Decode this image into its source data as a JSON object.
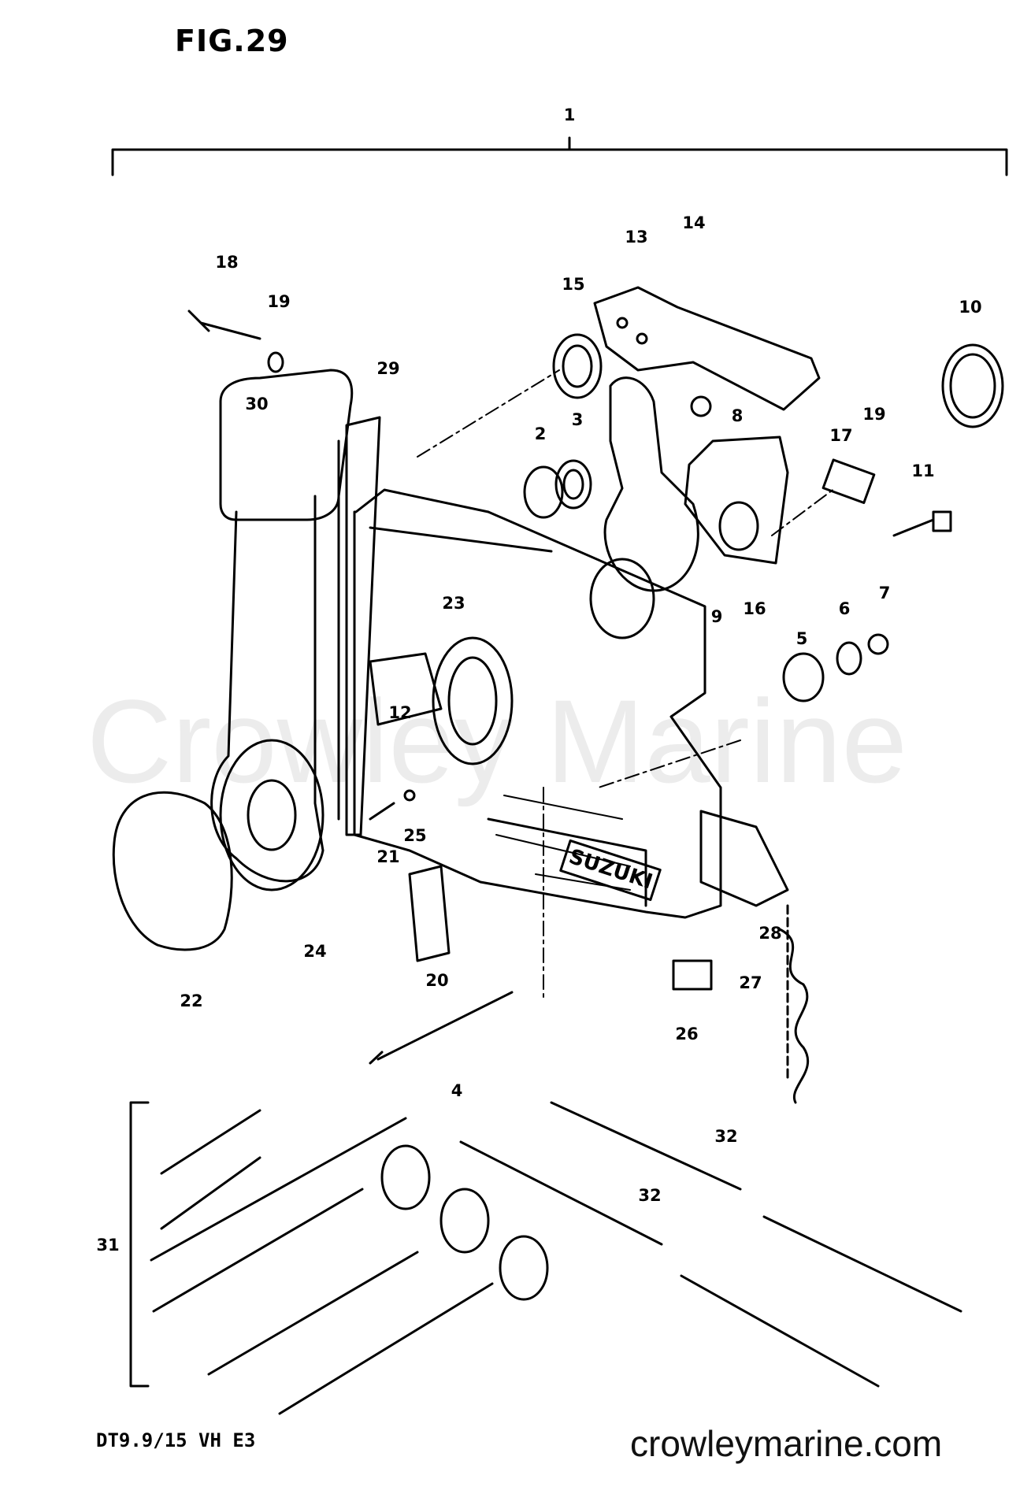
{
  "figure": {
    "title": "FIG.29",
    "model_code": "DT9.9/15 VH E3",
    "website": "crowleymarine.com",
    "watermark": "Crowley Marine",
    "brand_on_part": "SUZUKI"
  },
  "callouts": [
    {
      "id": "c1",
      "label": "1"
    },
    {
      "id": "c2",
      "label": "2"
    },
    {
      "id": "c3",
      "label": "3"
    },
    {
      "id": "c4",
      "label": "4"
    },
    {
      "id": "c5",
      "label": "5"
    },
    {
      "id": "c6",
      "label": "6"
    },
    {
      "id": "c7",
      "label": "7"
    },
    {
      "id": "c8",
      "label": "8"
    },
    {
      "id": "c9",
      "label": "9"
    },
    {
      "id": "c10",
      "label": "10"
    },
    {
      "id": "c11",
      "label": "11"
    },
    {
      "id": "c12",
      "label": "12"
    },
    {
      "id": "c13",
      "label": "13"
    },
    {
      "id": "c14",
      "label": "14"
    },
    {
      "id": "c15",
      "label": "15"
    },
    {
      "id": "c16",
      "label": "16"
    },
    {
      "id": "c17",
      "label": "17"
    },
    {
      "id": "c18",
      "label": "18"
    },
    {
      "id": "c19a",
      "label": "19"
    },
    {
      "id": "c19b",
      "label": "19"
    },
    {
      "id": "c20",
      "label": "20"
    },
    {
      "id": "c21",
      "label": "21"
    },
    {
      "id": "c22",
      "label": "22"
    },
    {
      "id": "c23",
      "label": "23"
    },
    {
      "id": "c24",
      "label": "24"
    },
    {
      "id": "c25",
      "label": "25"
    },
    {
      "id": "c26",
      "label": "26"
    },
    {
      "id": "c27",
      "label": "27"
    },
    {
      "id": "c28",
      "label": "28"
    },
    {
      "id": "c29",
      "label": "29"
    },
    {
      "id": "c30",
      "label": "30"
    },
    {
      "id": "c31",
      "label": "31"
    },
    {
      "id": "c32a",
      "label": "32"
    },
    {
      "id": "c32b",
      "label": "32"
    }
  ]
}
